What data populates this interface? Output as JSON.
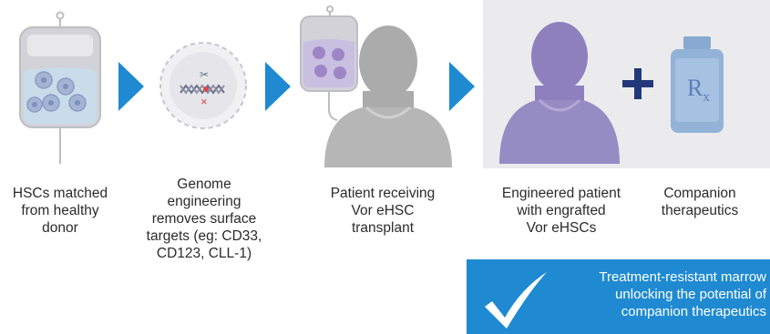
{
  "colors": {
    "arrow": "#1f8ad1",
    "bag_fill": "#c4c4cc",
    "bag_liquid": "#b9d6e8",
    "hsc_cell": "#aab7d6",
    "engineered_cell": "#9d86c6",
    "person_gray": "#b0b0b0",
    "person_purple": "#8d83bd",
    "rx_bottle": "#93b3d8",
    "plus": "#23387a",
    "banner": "#1f8ad1"
  },
  "icons": {
    "step1": "blood-bag-icon",
    "step2": "genome-editing-icon",
    "step3": "patient-iv-icon",
    "step4": "engineered-patient-icon",
    "step5": "rx-bottle-icon",
    "plus": "plus-icon",
    "check": "checkmark-icon"
  },
  "steps": [
    {
      "label_lines": [
        "HSCs matched",
        "from healthy",
        "donor"
      ]
    },
    {
      "label_lines": [
        "Genome",
        "engineering",
        "removes surface",
        "targets (eg: CD33,",
        "CD123, CLL-1)"
      ]
    },
    {
      "label_lines": [
        "Patient receiving",
        "Vor eHSC",
        "transplant"
      ]
    },
    {
      "label_lines": [
        "Engineered patient",
        "with engrafted",
        "Vor eHSCs"
      ]
    },
    {
      "label_lines": [
        "Companion",
        "therapeutics"
      ]
    }
  ],
  "rx_label": "R",
  "rx_sub": "x",
  "banner": {
    "lines": [
      "Treatment-resistant marrow",
      "unlocking the potential of",
      "companion therapeutics"
    ]
  }
}
